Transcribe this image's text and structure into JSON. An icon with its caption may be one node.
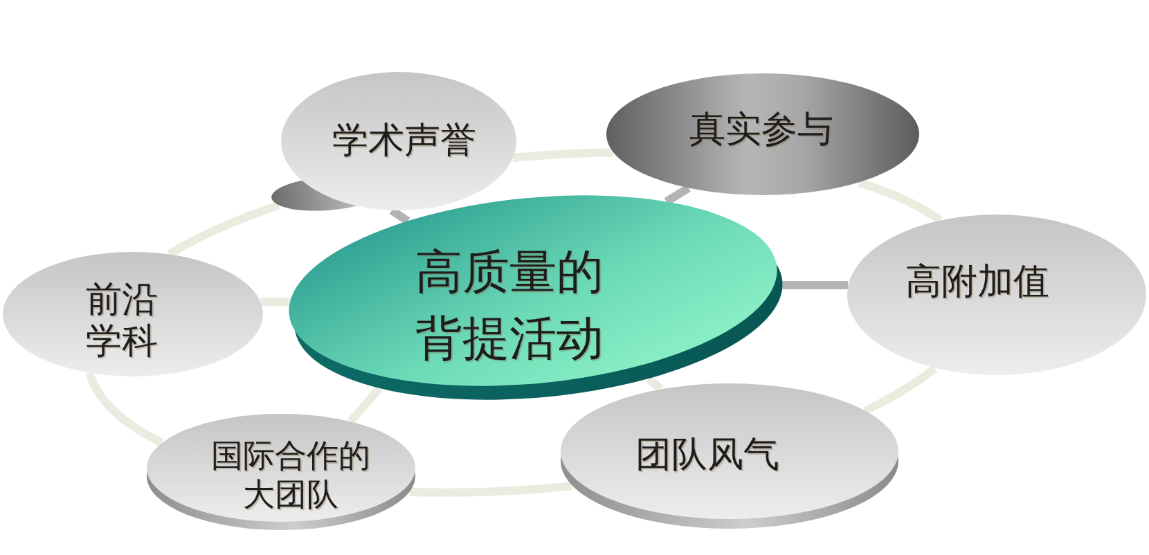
{
  "diagram": {
    "nodes": [
      {
        "text": [
          "学术声誉"
        ]
      },
      {
        "text": [
          "真实参与"
        ]
      },
      {
        "text": [
          "前沿学科"
        ]
      },
      {
        "text": [
          "高质量的背提活动"
        ]
      },
      {
        "text": [
          "高附加值"
        ]
      },
      {
        "text": [
          "国际合作的大团队"
        ]
      },
      {
        "text": [
          "团队风气"
        ]
      }
    ],
    "edges": [
      {
        "from": 3,
        "to": 0,
        "arrow": "none",
        "color": "#b3b3b3"
      },
      {
        "from": 3,
        "to": 1,
        "arrow": "none",
        "color": "#b3b3b3"
      },
      {
        "from": 3,
        "to": 4,
        "arrow": "none",
        "color": "#b3b3b3"
      },
      {
        "from": 3,
        "to": 2,
        "arrow": "none"
      },
      {
        "from": 3,
        "to": 5,
        "arrow": "none"
      },
      {
        "from": 3,
        "to": 6,
        "arrow": "none"
      },
      {
        "from": 0,
        "to": 1,
        "arrow": "none"
      },
      {
        "from": 1,
        "to": 4,
        "arrow": "none"
      },
      {
        "from": 4,
        "to": 6,
        "arrow": "none"
      },
      {
        "from": 6,
        "to": 5,
        "arrow": "none"
      },
      {
        "from": 5,
        "to": 2,
        "arrow": "none"
      },
      {
        "from": 2,
        "to": 0,
        "arrow": "none"
      }
    ]
  }
}
